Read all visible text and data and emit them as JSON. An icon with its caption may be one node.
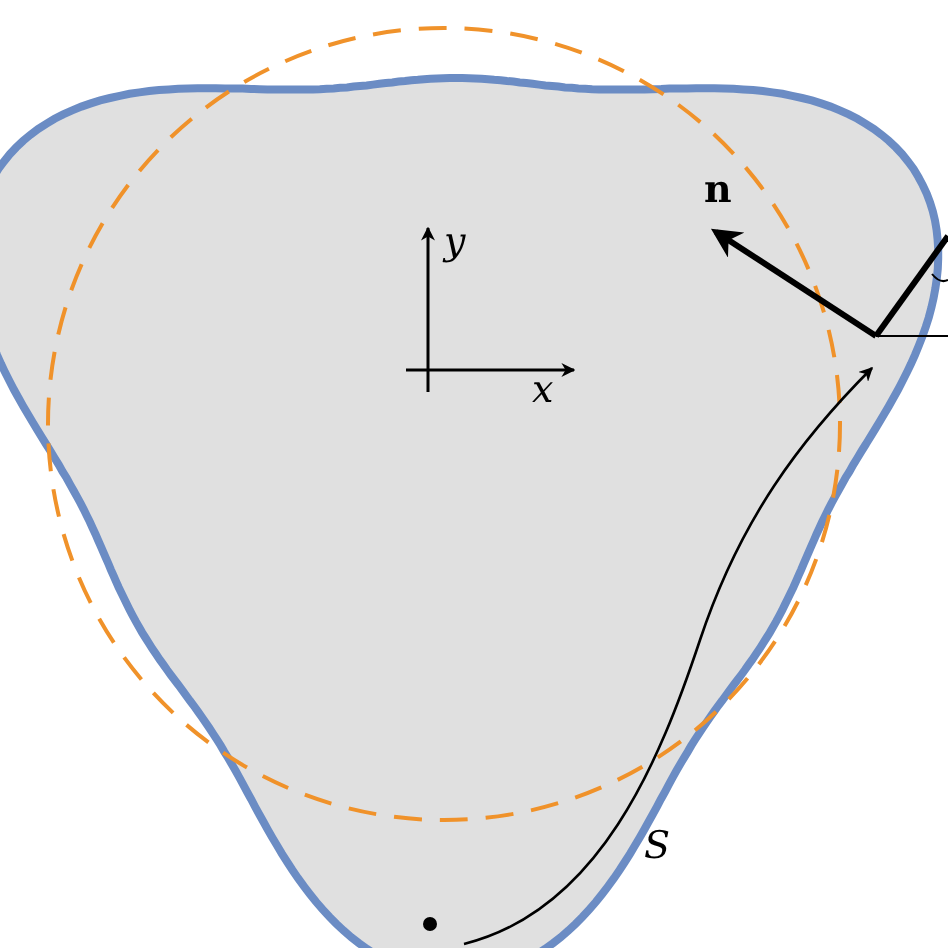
{
  "diagram": {
    "labels": [
      "n",
      "y",
      "x",
      "S"
    ]
  }
}
